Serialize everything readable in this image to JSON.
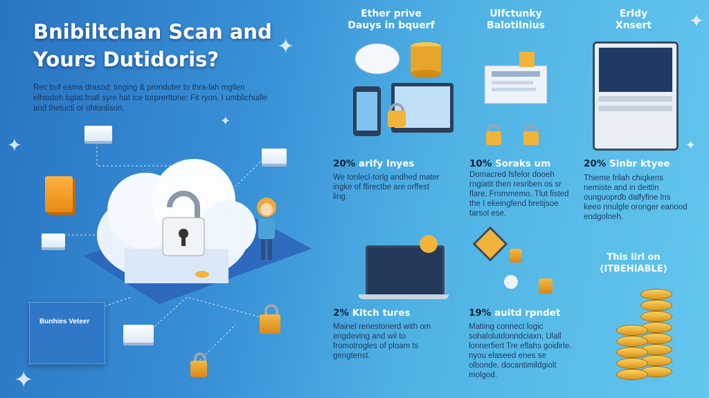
{
  "title": {
    "line1": "Bnibiltchan Scan and",
    "line2": "Yours Dutidoris?"
  },
  "intro": "Rec buf eama drasod; tinging & proriduter to thra-lah mgllen elhiodeh bglat.fnall syre  hat ice torprerttone: Fit ryon. I umblichuille and thetucti or ohtonlison.",
  "book_label": "Bunhies Veteer",
  "columns": [
    {
      "heading": [
        "Ether prive",
        "Dauys in bquerf"
      ]
    },
    {
      "heading": [
        "Ulfctunky",
        "Balotilnius"
      ]
    },
    {
      "heading": [
        "Erldy",
        "Xnsert"
      ]
    }
  ],
  "stats": [
    {
      "percent": "20%",
      "label": "arify Inyes",
      "text": "We tonlecl-torlg andhed mater ingke of ffirectbe are orffest ling."
    },
    {
      "percent": "10%",
      "label": "Soraks um",
      "text": "Domacred fsfelor dooeh rngiatit then resriben os sr flare. Frommemo. Tlut fisted the I ekeingfend bretijsoe tarsol ese."
    },
    {
      "percent": "20%",
      "label": "Sinbr ktyee",
      "text": "Thieme frilah chiqkens nemiste and in deittin ounguoprdb dalfyfine lns keeo nnulgle oronger eanood endgolneh."
    },
    {
      "percent": "2%",
      "label": "Kitch tures",
      "text": "Mainel renestonerd with om engdeving and wil to fromotrogles of ploam ts gengtenst."
    },
    {
      "percent": "19%",
      "label": "auitd rpndet",
      "text": "Matiing connect logic sohalolutdonndciaxn, Ulall lonnerfiert  Tre eflahs goidirle. nyou elaseed enes se olbonde. docantimildgiolt molgod."
    }
  ],
  "callout": {
    "line1": "This lirl on",
    "line2": "(ITBEHIABLE)"
  }
}
